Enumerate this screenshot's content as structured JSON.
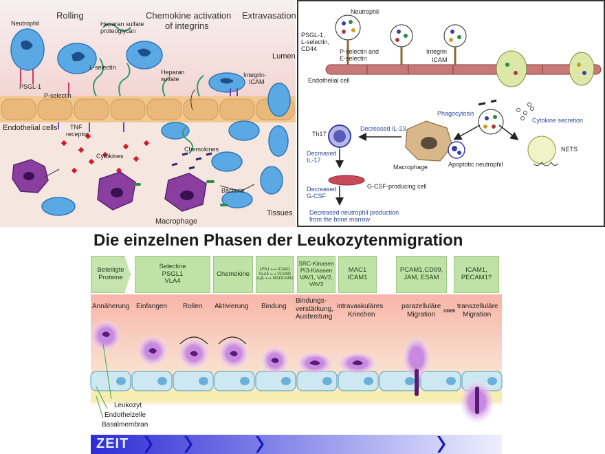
{
  "top_left": {
    "headers": [
      "Rolling",
      "Chemokine activation",
      "of integrins",
      "Extravasation"
    ],
    "labels": {
      "neutrophil": "Neutrophil",
      "psgl1": "PSGL-1",
      "p_selectin": "P-selectin",
      "heparan_pg": [
        "Heparan sulfate",
        "proteoglycan"
      ],
      "l_selectin": "L-selectin",
      "heparan_sulfate": [
        "Heparan",
        "sulfate"
      ],
      "lumen": "Lumen",
      "integrin_icam": [
        "Integrin-",
        "ICAM"
      ],
      "endothelial_cells": "Endothelial cells",
      "tnf_receptor": [
        "TNF",
        "receptor"
      ],
      "cytokines": "Cytokines",
      "chemokines": "Chemokines",
      "bacteria": "Bacteria",
      "macrophage": "Macrophage",
      "tissues": "Tissues"
    }
  },
  "top_right": {
    "labels": {
      "neutrophil": "Neutrophil",
      "psgl": [
        "PSGL-1,",
        "L-selectin,",
        "CD44"
      ],
      "pe_selectin": [
        "P-selectin and",
        "E-selectin"
      ],
      "integrin": [
        "Integrin",
        "ICAM"
      ],
      "endothelial_cell": "Endothelial cell",
      "phagocytosis": "Phagocytosis",
      "cytokine_secretion": "Cytokine secretion",
      "th17": "Th17",
      "decreased_il23": "Decreased IL-23",
      "decreased_il17": [
        "Decreased",
        "IL-17"
      ],
      "macrophage": "Macrophage",
      "apoptotic": "Apoptotic neutrophil",
      "nets": "NETS",
      "gcsf_cell": "G-CSF-producing cell",
      "decreased_gcsf": [
        "Decreased",
        "G-CSF"
      ],
      "decreased_production": [
        "Decreased neutrophil production",
        "from the bone marrow"
      ]
    }
  },
  "bottom": {
    "title": "Die einzelnen Phasen der Leukozytenmigration",
    "boxes": [
      [
        "Beteiligte",
        "Proteine"
      ],
      [
        "Selectine",
        "PSGL1",
        "VLA4"
      ],
      [
        "Chemokine"
      ],
      [
        "LFA1 ⟷ ICAM1",
        "VLA4 ⟷ VCAM1",
        "α₄β₇ ⟷ MADCAM1"
      ],
      [
        "SRC-Kinasen",
        "PI3-Kinasen",
        "VAV1, VAV2,",
        "VAV3"
      ],
      [
        "MAC1",
        "ICAM1"
      ],
      [
        "PCAM1,CD99,",
        "JAM, ESAM"
      ],
      [
        "ICAM1,",
        "PECAM1?"
      ]
    ],
    "phases": [
      [
        "Annäherung"
      ],
      [
        "Einfangen"
      ],
      [
        "Rollen"
      ],
      [
        "Aktivierung"
      ],
      [
        "Bindung"
      ],
      [
        "Bindungs-",
        "verstärkung,",
        "Ausbreitung"
      ],
      [
        "intravaskuläres",
        "Kriechen"
      ],
      [
        "parazelluläre",
        "Migration"
      ],
      [
        "oder"
      ],
      [
        "transzelluläre",
        "Migration"
      ]
    ],
    "legend": [
      "Leukozyt",
      "Endothelzelle",
      "Basalmembran"
    ],
    "timeline": "ZEIT"
  }
}
